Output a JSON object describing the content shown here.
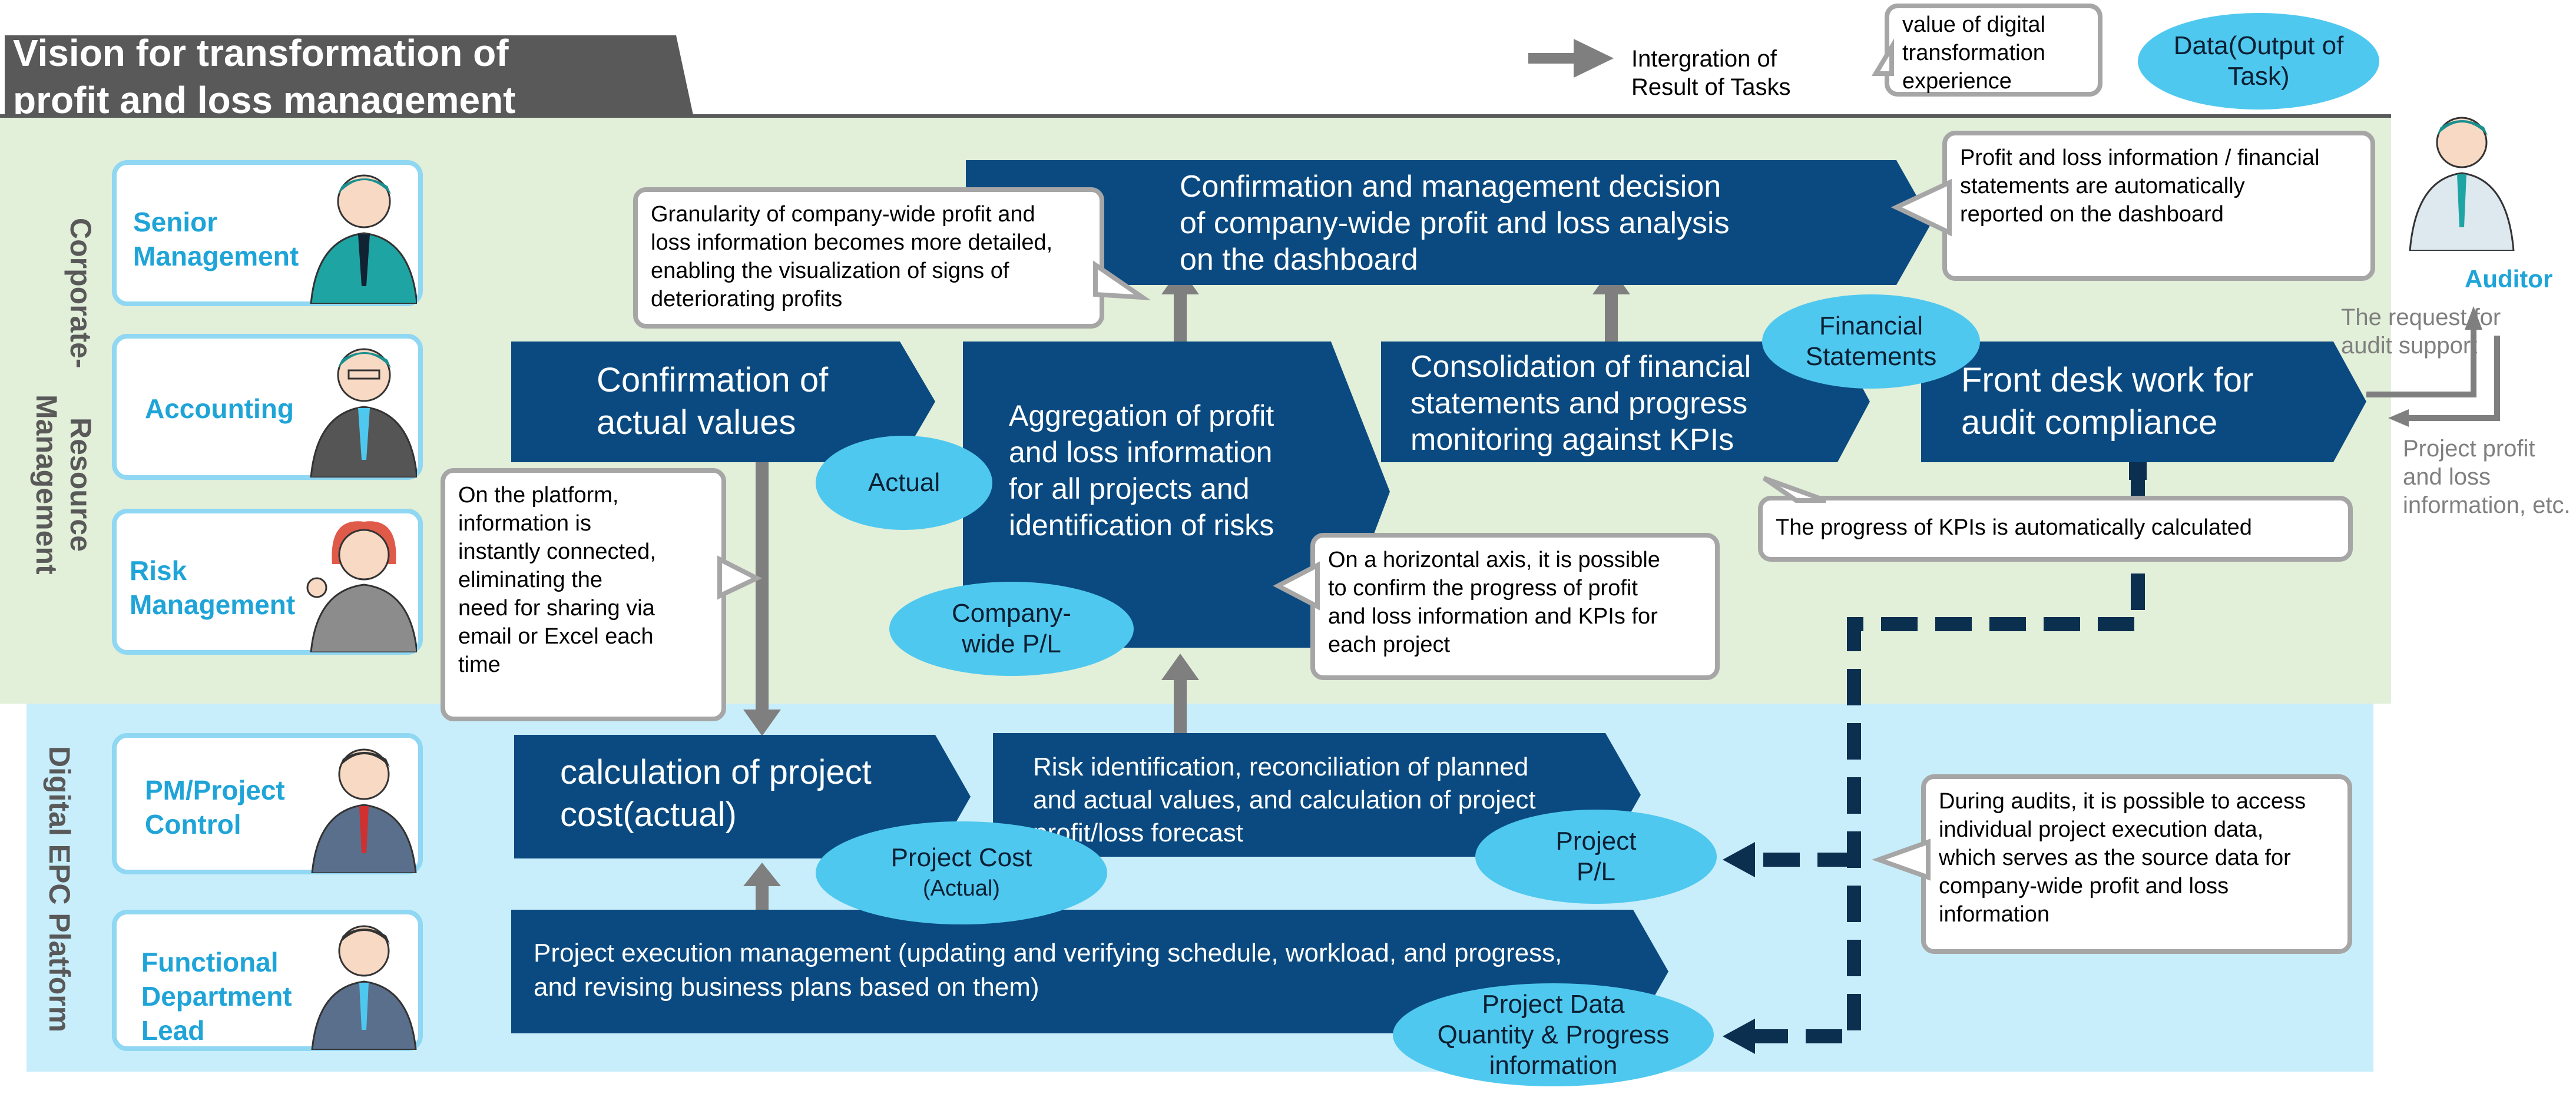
{
  "title": {
    "line1": "Vision for transformation of",
    "line2": "profit and loss management"
  },
  "legend": {
    "integration": {
      "line1": "Intergration of",
      "line2": "Result of Tasks"
    },
    "experience": {
      "line1": "value of digital",
      "line2": "transformation",
      "line3": "experience"
    },
    "data": {
      "line1": "Data(Output of",
      "line2": "Task)"
    }
  },
  "bands": {
    "corporate": {
      "line1": "Corporate-",
      "line2": "Resource Management"
    },
    "digital": {
      "line1": "Digital EPC Platform"
    }
  },
  "roles": {
    "senior": {
      "line1": "Senior",
      "line2": "Management"
    },
    "accounting": {
      "line1": "Accounting"
    },
    "risk": {
      "line1": "Risk",
      "line2": "Management"
    },
    "pm": {
      "line1": "PM/Project",
      "line2": "Control"
    },
    "functional": {
      "line1": "Functional",
      "line2": "Department",
      "line3": "Lead"
    }
  },
  "auditor": {
    "label": "Auditor",
    "request": {
      "line1": "The request for",
      "line2": "audit support"
    },
    "info": {
      "line1": "Project profit",
      "line2": "and loss",
      "line3": "information, etc."
    }
  },
  "process": {
    "dashboard": {
      "line1": "Confirmation and management decision",
      "line2": "of company-wide profit and loss analysis",
      "line3": "on the dashboard"
    },
    "actual_values": {
      "line1": "Confirmation of",
      "line2": "actual values"
    },
    "aggregation": {
      "line1": "Aggregation of profit",
      "line2": "and loss information",
      "line3": "for all projects and",
      "line4": "identification of risks"
    },
    "consolidation": {
      "line1": "Consolidation of financial",
      "line2": "statements and progress",
      "line3": "monitoring against KPIs"
    },
    "front_desk": {
      "line1": "Front desk work for",
      "line2": "audit compliance"
    },
    "project_cost": {
      "line1": "calculation of project",
      "line2": "cost(actual)"
    },
    "risk_id": {
      "line1": "Risk identification, reconciliation of planned",
      "line2": "and actual values, and calculation of project",
      "line3": "profit/loss forecast"
    },
    "execution": {
      "line1": "Project execution management (updating and verifying schedule, workload, and progress,",
      "line2": "and revising business plans based on them)"
    }
  },
  "data_items": {
    "actual": {
      "line1": "Actual"
    },
    "company_pl": {
      "line1": "Company-",
      "line2": "wide P/L"
    },
    "financial": {
      "line1": "Financial",
      "line2": "Statements"
    },
    "project_cost": {
      "line1": "Project Cost",
      "line2": "(Actual)"
    },
    "project_pl": {
      "line1": "Project",
      "line2": "P/L"
    },
    "project_data": {
      "line1": "Project Data",
      "line2": "Quantity & Progress",
      "line3": "information"
    }
  },
  "callouts": {
    "granularity": {
      "line1": "Granularity of company-wide profit and",
      "line2": "loss information becomes more detailed,",
      "line3": "enabling the visualization of signs of",
      "line4": "deteriorating profits"
    },
    "reported": {
      "line1": "Profit and loss information / financial",
      "line2": "statements are automatically",
      "line3": "reported on the dashboard"
    },
    "platform": {
      "line1": "On the platform,",
      "line2": "information is",
      "line3": "instantly connected,",
      "line4": "eliminating the",
      "line5": "need for sharing via",
      "line6": "email or Excel each",
      "line7": "time"
    },
    "horizontal": {
      "line1": "On a horizontal axis, it is possible",
      "line2": "to confirm the progress of profit",
      "line3": "and loss information and KPIs for",
      "line4": "each project"
    },
    "kpis": {
      "line1": "The progress of KPIs is automatically calculated"
    },
    "audits": {
      "line1": "During audits, it is possible to access",
      "line2": "individual project execution data,",
      "line3": "which serves as the source data for",
      "line4": "company-wide profit and loss",
      "line5": "information"
    }
  },
  "colors": {
    "navy": "#0a4a80",
    "cyan": "#4fc8ef",
    "green_band": "#e2efd9",
    "blue_band": "#c8eefb",
    "role_text": "#1fa4d8",
    "gray": "#7f7f7f"
  }
}
